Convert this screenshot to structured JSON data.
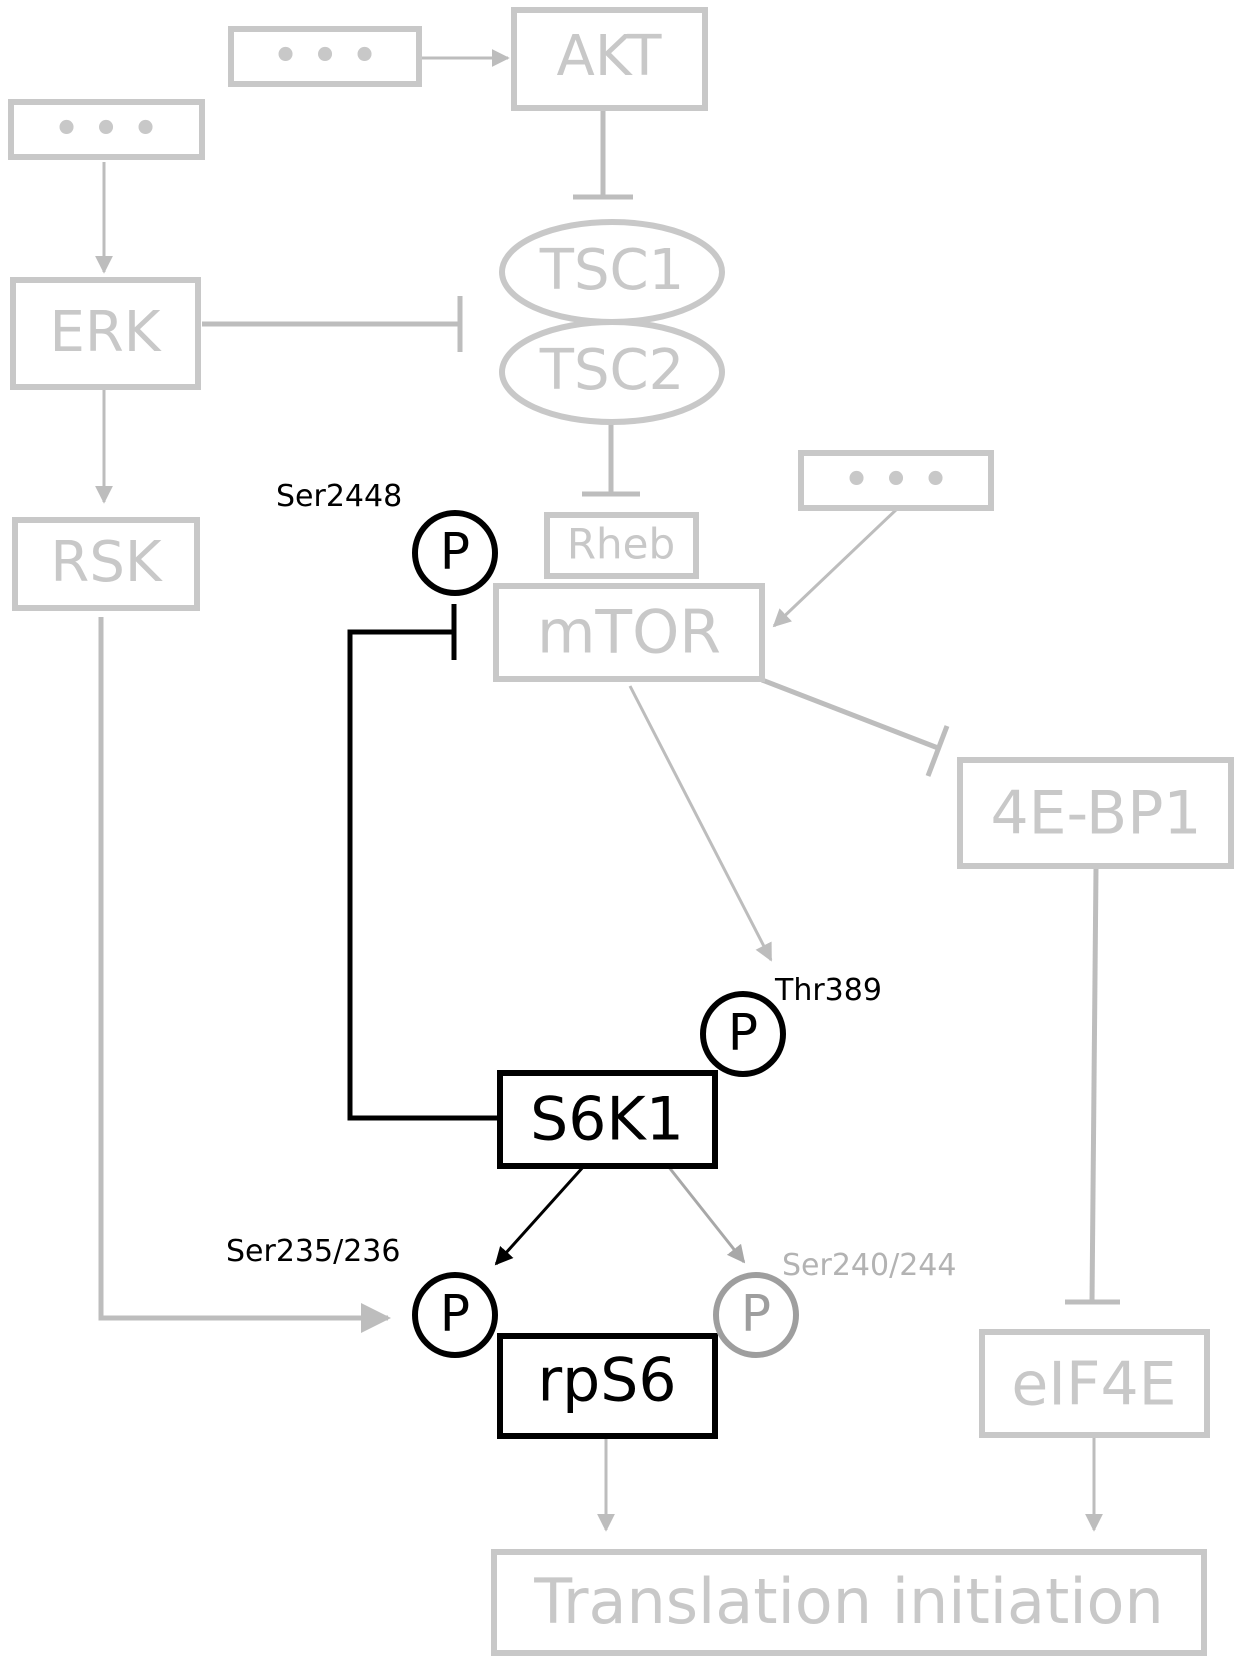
{
  "colors": {
    "inactive": "#c8c8c8",
    "inactive_edge": "#bdbdbd",
    "inactive_phospho": "#9e9e9e",
    "active": "#000000",
    "background": "#ffffff"
  },
  "nodes": {
    "upstream_akt": "• • •",
    "upstream_erk": "• • •",
    "upstream_mtor": "• • •",
    "akt": "AKT",
    "tsc1": "TSC1",
    "tsc2": "TSC2",
    "erk": "ERK",
    "rsk": "RSK",
    "rheb": "Rheb",
    "mtor": "mTOR",
    "four_ebp1": "4E-BP1",
    "eif4e": "eIF4E",
    "s6k1": "S6K1",
    "rps6": "rpS6",
    "translation": "Translation initiation"
  },
  "phospho": {
    "symbol": "P",
    "mtor_site": "Ser2448",
    "s6k1_site": "Thr389",
    "rps6_site_a": "Ser235/236",
    "rps6_site_b": "Ser240/244"
  }
}
